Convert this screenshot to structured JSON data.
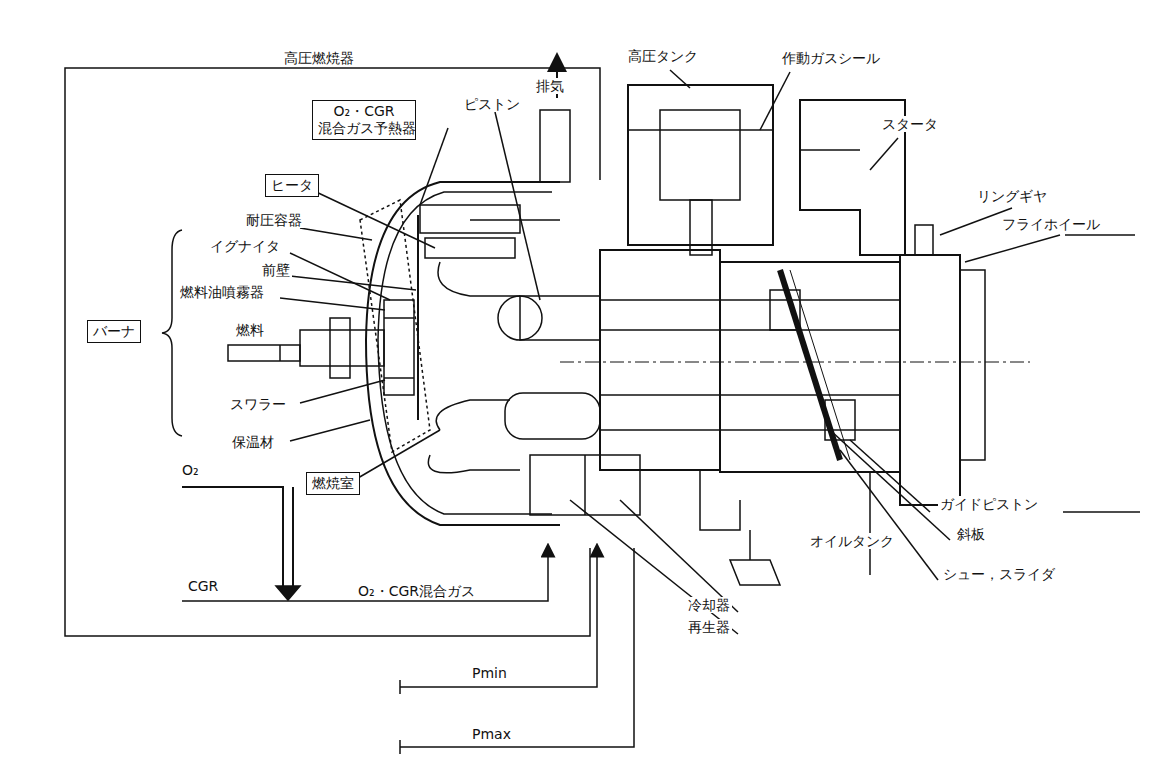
{
  "diagram": {
    "nodes": [
      {
        "text": [
          "O₂・CGR 混合ガス予熱器"
        ]
      },
      {
        "text": [
          "ヒータ"
        ]
      },
      {
        "text": [
          "バーナ"
        ]
      },
      {
        "text": [
          "燃焼室"
        ]
      }
    ],
    "labels": [
      "高圧燃焼器",
      "ピストン",
      "排気",
      "高圧タンク",
      "作動ガスシール",
      "スタータ",
      "リングギヤ",
      "フライホイール",
      "耐圧容器",
      "イグナイタ",
      "前壁",
      "燃料油噴霧器",
      "燃料",
      "スワラー",
      "保温材",
      "O₂",
      "CGR",
      "O₂・CGR混合ガス",
      "ガイドピストン",
      "斜板",
      "シュー，スライダ",
      "オイルタンク",
      "冷却器",
      "再生器",
      "Pmin",
      "Pmax"
    ]
  }
}
